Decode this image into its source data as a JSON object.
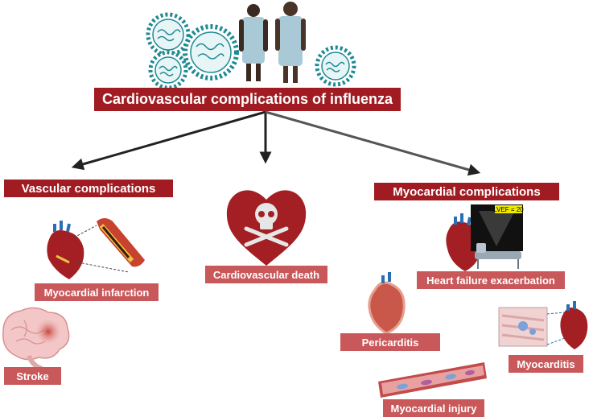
{
  "title": "Cardiovascular complications of influenza",
  "categories": {
    "vascular": "Vascular complications",
    "myocardial": "Myocardial complications"
  },
  "items": {
    "myocardial_infarction": "Myocardial infarction",
    "stroke": "Stroke",
    "cardiovascular_death": "Cardiovascular death",
    "heart_failure": "Heart failure exacerbation",
    "pericarditis": "Pericarditis",
    "myocarditis": "Myocarditis",
    "myocardial_injury": "Myocardial injury"
  },
  "echo_readout": "LVEF = 20",
  "colors": {
    "label_dark": "#a01c22",
    "label_light": "#c9585b",
    "heart_red": "#a31f24",
    "virus_teal": "#1e8a93",
    "gown_blue": "#a9c9d6"
  },
  "icons": [
    "virus-icon",
    "patient-icon",
    "heart-icon",
    "skull-crossbones-icon",
    "artery-icon",
    "brain-icon",
    "echo-screen-icon",
    "hospital-bed-icon",
    "vessel-icon",
    "tissue-icon"
  ]
}
